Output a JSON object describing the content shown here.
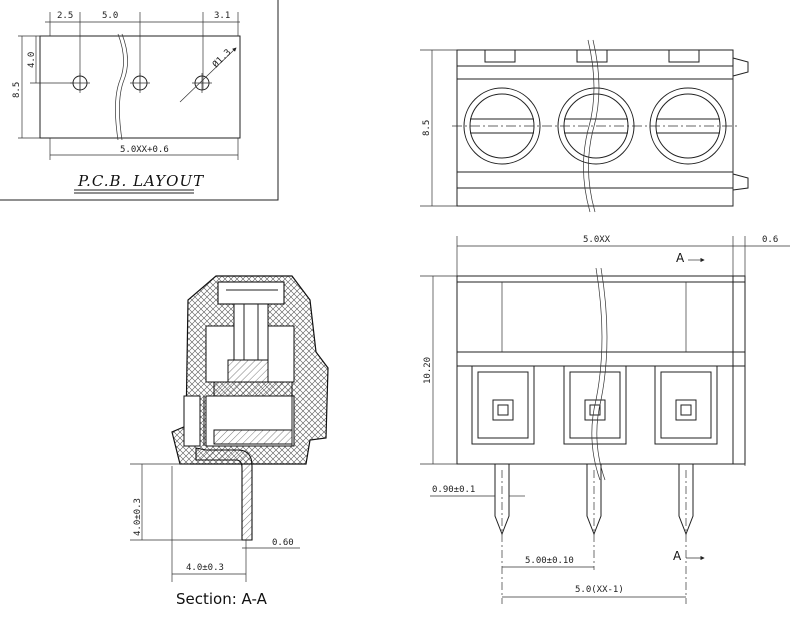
{
  "pcb": {
    "title": "P.C.B. LAYOUT",
    "dim_2_5": "2.5",
    "dim_5_0": "5.0",
    "dim_3_1": "3.1",
    "dim_4_0": "4.0",
    "dim_8_5": "8.5",
    "dim_hole": "Ø1.3",
    "dim_total": "5.0XX+0.6"
  },
  "top_view": {
    "dim_height": "8.5"
  },
  "front_view": {
    "dim_width": "5.0XX",
    "dim_end": "0.6",
    "dim_height": "10.20",
    "dim_pin": "0.90±0.1",
    "dim_pitch": "5.00±0.10",
    "dim_total": "5.0(XX-1)",
    "section_mark": "A"
  },
  "section": {
    "title": "Section: A-A",
    "dim_len": "4.0±0.3",
    "dim_width": "4.0±0.3",
    "dim_thick": "0.60"
  }
}
